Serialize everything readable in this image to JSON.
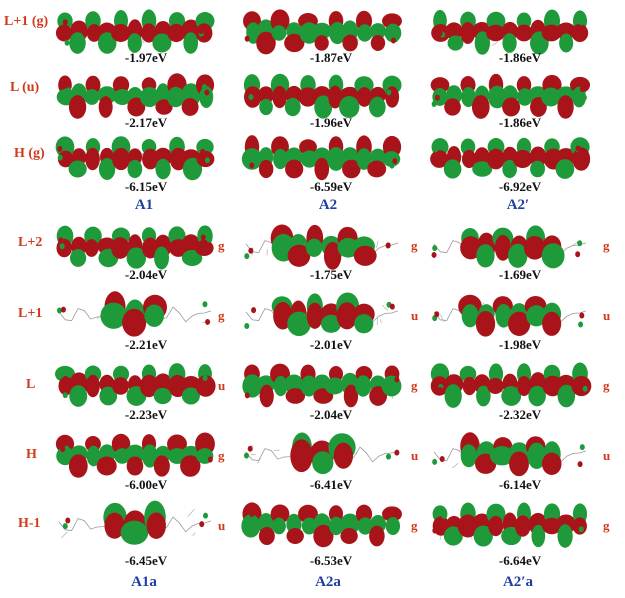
{
  "colors": {
    "red_lobe": "#a8141a",
    "green_lobe": "#1f9a3a",
    "label": "#d03a1c",
    "title": "#1f3fa0"
  },
  "top_rows": [
    {
      "label": "L+1 (g)",
      "energies": [
        "-1.97eV",
        "-1.87eV",
        "-1.86eV"
      ]
    },
    {
      "label": "L (u)",
      "energies": [
        "-2.17eV",
        "-1.96eV",
        "-1.86eV"
      ]
    },
    {
      "label": "H (g)",
      "energies": [
        "-6.15eV",
        "-6.59eV",
        "-6.92eV"
      ]
    }
  ],
  "top_columns": [
    "A1",
    "A2",
    "A2′"
  ],
  "bottom_rows": [
    {
      "label": "L+2",
      "energies": [
        "-2.04eV",
        "-1.75eV",
        "-1.69eV"
      ],
      "symmetry": [
        "g",
        "g",
        "g"
      ]
    },
    {
      "label": "L+1",
      "energies": [
        "-2.21eV",
        "-2.01eV",
        "-1.98eV"
      ],
      "symmetry": [
        "g",
        "u",
        "u"
      ]
    },
    {
      "label": "L",
      "energies": [
        "-2.23eV",
        "-2.04eV",
        "-2.32eV"
      ],
      "symmetry": [
        "u",
        "g",
        "g"
      ]
    },
    {
      "label": "H",
      "energies": [
        "-6.00eV",
        "-6.41eV",
        "-6.14eV"
      ],
      "symmetry": [
        "g",
        "u",
        "u"
      ]
    },
    {
      "label": "H-1",
      "energies": [
        "-6.45eV",
        "-6.53eV",
        "-6.64eV"
      ],
      "symmetry": [
        "u",
        "g",
        "g"
      ]
    }
  ],
  "bottom_columns": [
    "A1a",
    "A2a",
    "A2′a"
  ]
}
